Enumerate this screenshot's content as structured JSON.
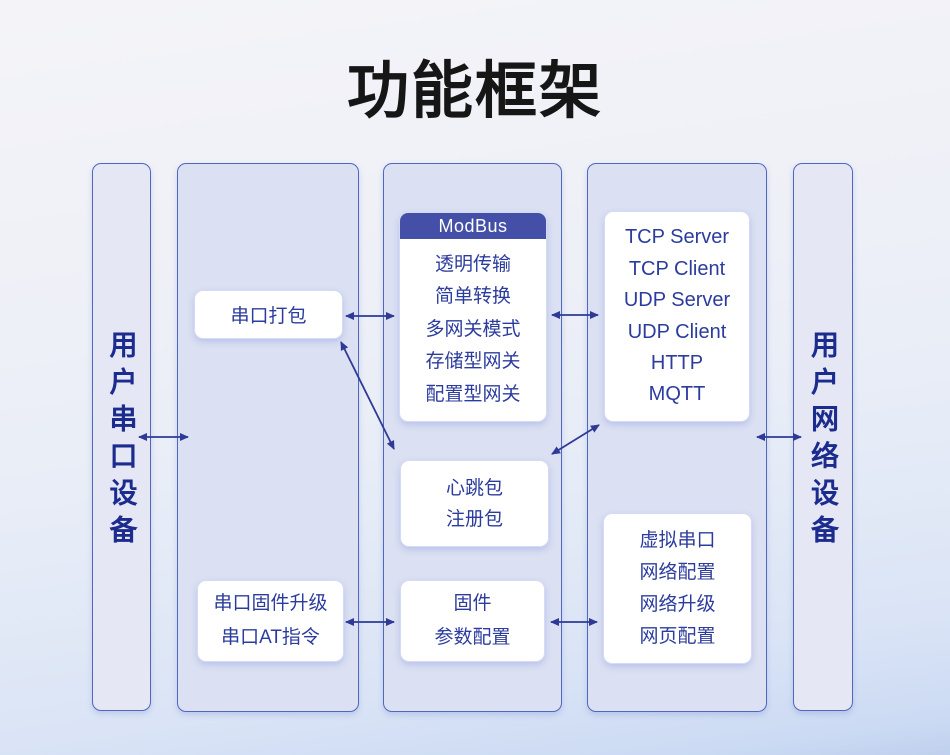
{
  "title": "功能框架",
  "columns": {
    "left": {
      "label": "用户串口设备"
    },
    "right": {
      "label": "用户网络设备"
    }
  },
  "boxes": {
    "serial_pack": {
      "lines": [
        "串口打包"
      ]
    },
    "serial_maintenance": {
      "lines": [
        "串口固件升级",
        "串口AT指令"
      ]
    },
    "modbus": {
      "header": "ModBus",
      "lines": [
        "透明传输",
        "简单转换",
        "多网关模式",
        "存储型网关",
        "配置型网关"
      ]
    },
    "heartbeat": {
      "lines": [
        "心跳包",
        "注册包"
      ]
    },
    "firmware": {
      "lines": [
        "固件",
        "参数配置"
      ]
    },
    "protocols": {
      "lines": [
        "TCP Server",
        "TCP Client",
        "UDP Server",
        "UDP Client",
        "HTTP",
        "MQTT"
      ]
    },
    "network_tools": {
      "lines": [
        "虚拟串口",
        "网络配置",
        "网络升级",
        "网页配置"
      ]
    }
  },
  "colors": {
    "accent_header": "#4450a8",
    "arrow": "#2e3a96",
    "box_text": "#2c3c9e",
    "column_border": "#4f68bd",
    "device_text": "#1c2b8e"
  }
}
